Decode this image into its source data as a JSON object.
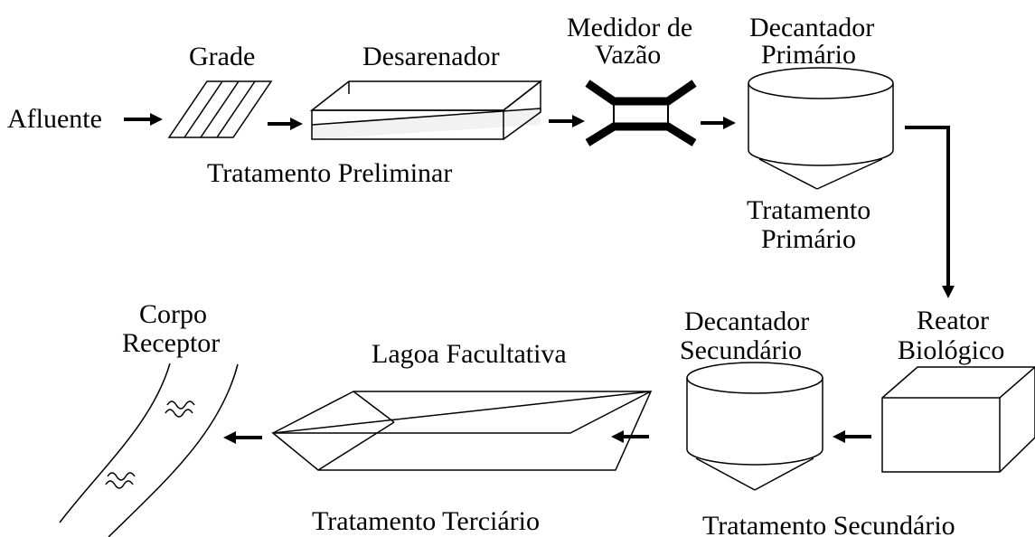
{
  "labels": {
    "afluente": "Afluente",
    "grade": "Grade",
    "desarenador": "Desarenador",
    "medidor_line1": "Medidor de",
    "medidor_line2": "Vazão",
    "decantador_primario_line1": "Decantador",
    "decantador_primario_line2": "Primário",
    "tratamento_preliminar": "Tratamento Preliminar",
    "tratamento_primario_line1": "Tratamento",
    "tratamento_primario_line2": "Primário",
    "reator_line1": "Reator",
    "reator_line2": "Biológico",
    "decantador_secundario_line1": "Decantador",
    "decantador_secundario_line2": "Secundário",
    "lagoa": "Lagoa Facultativa",
    "corpo_line1": "Corpo",
    "corpo_line2": "Receptor",
    "tratamento_terciario": "Tratamento Terciário",
    "tratamento_secundario": "Tratamento Secundário"
  }
}
